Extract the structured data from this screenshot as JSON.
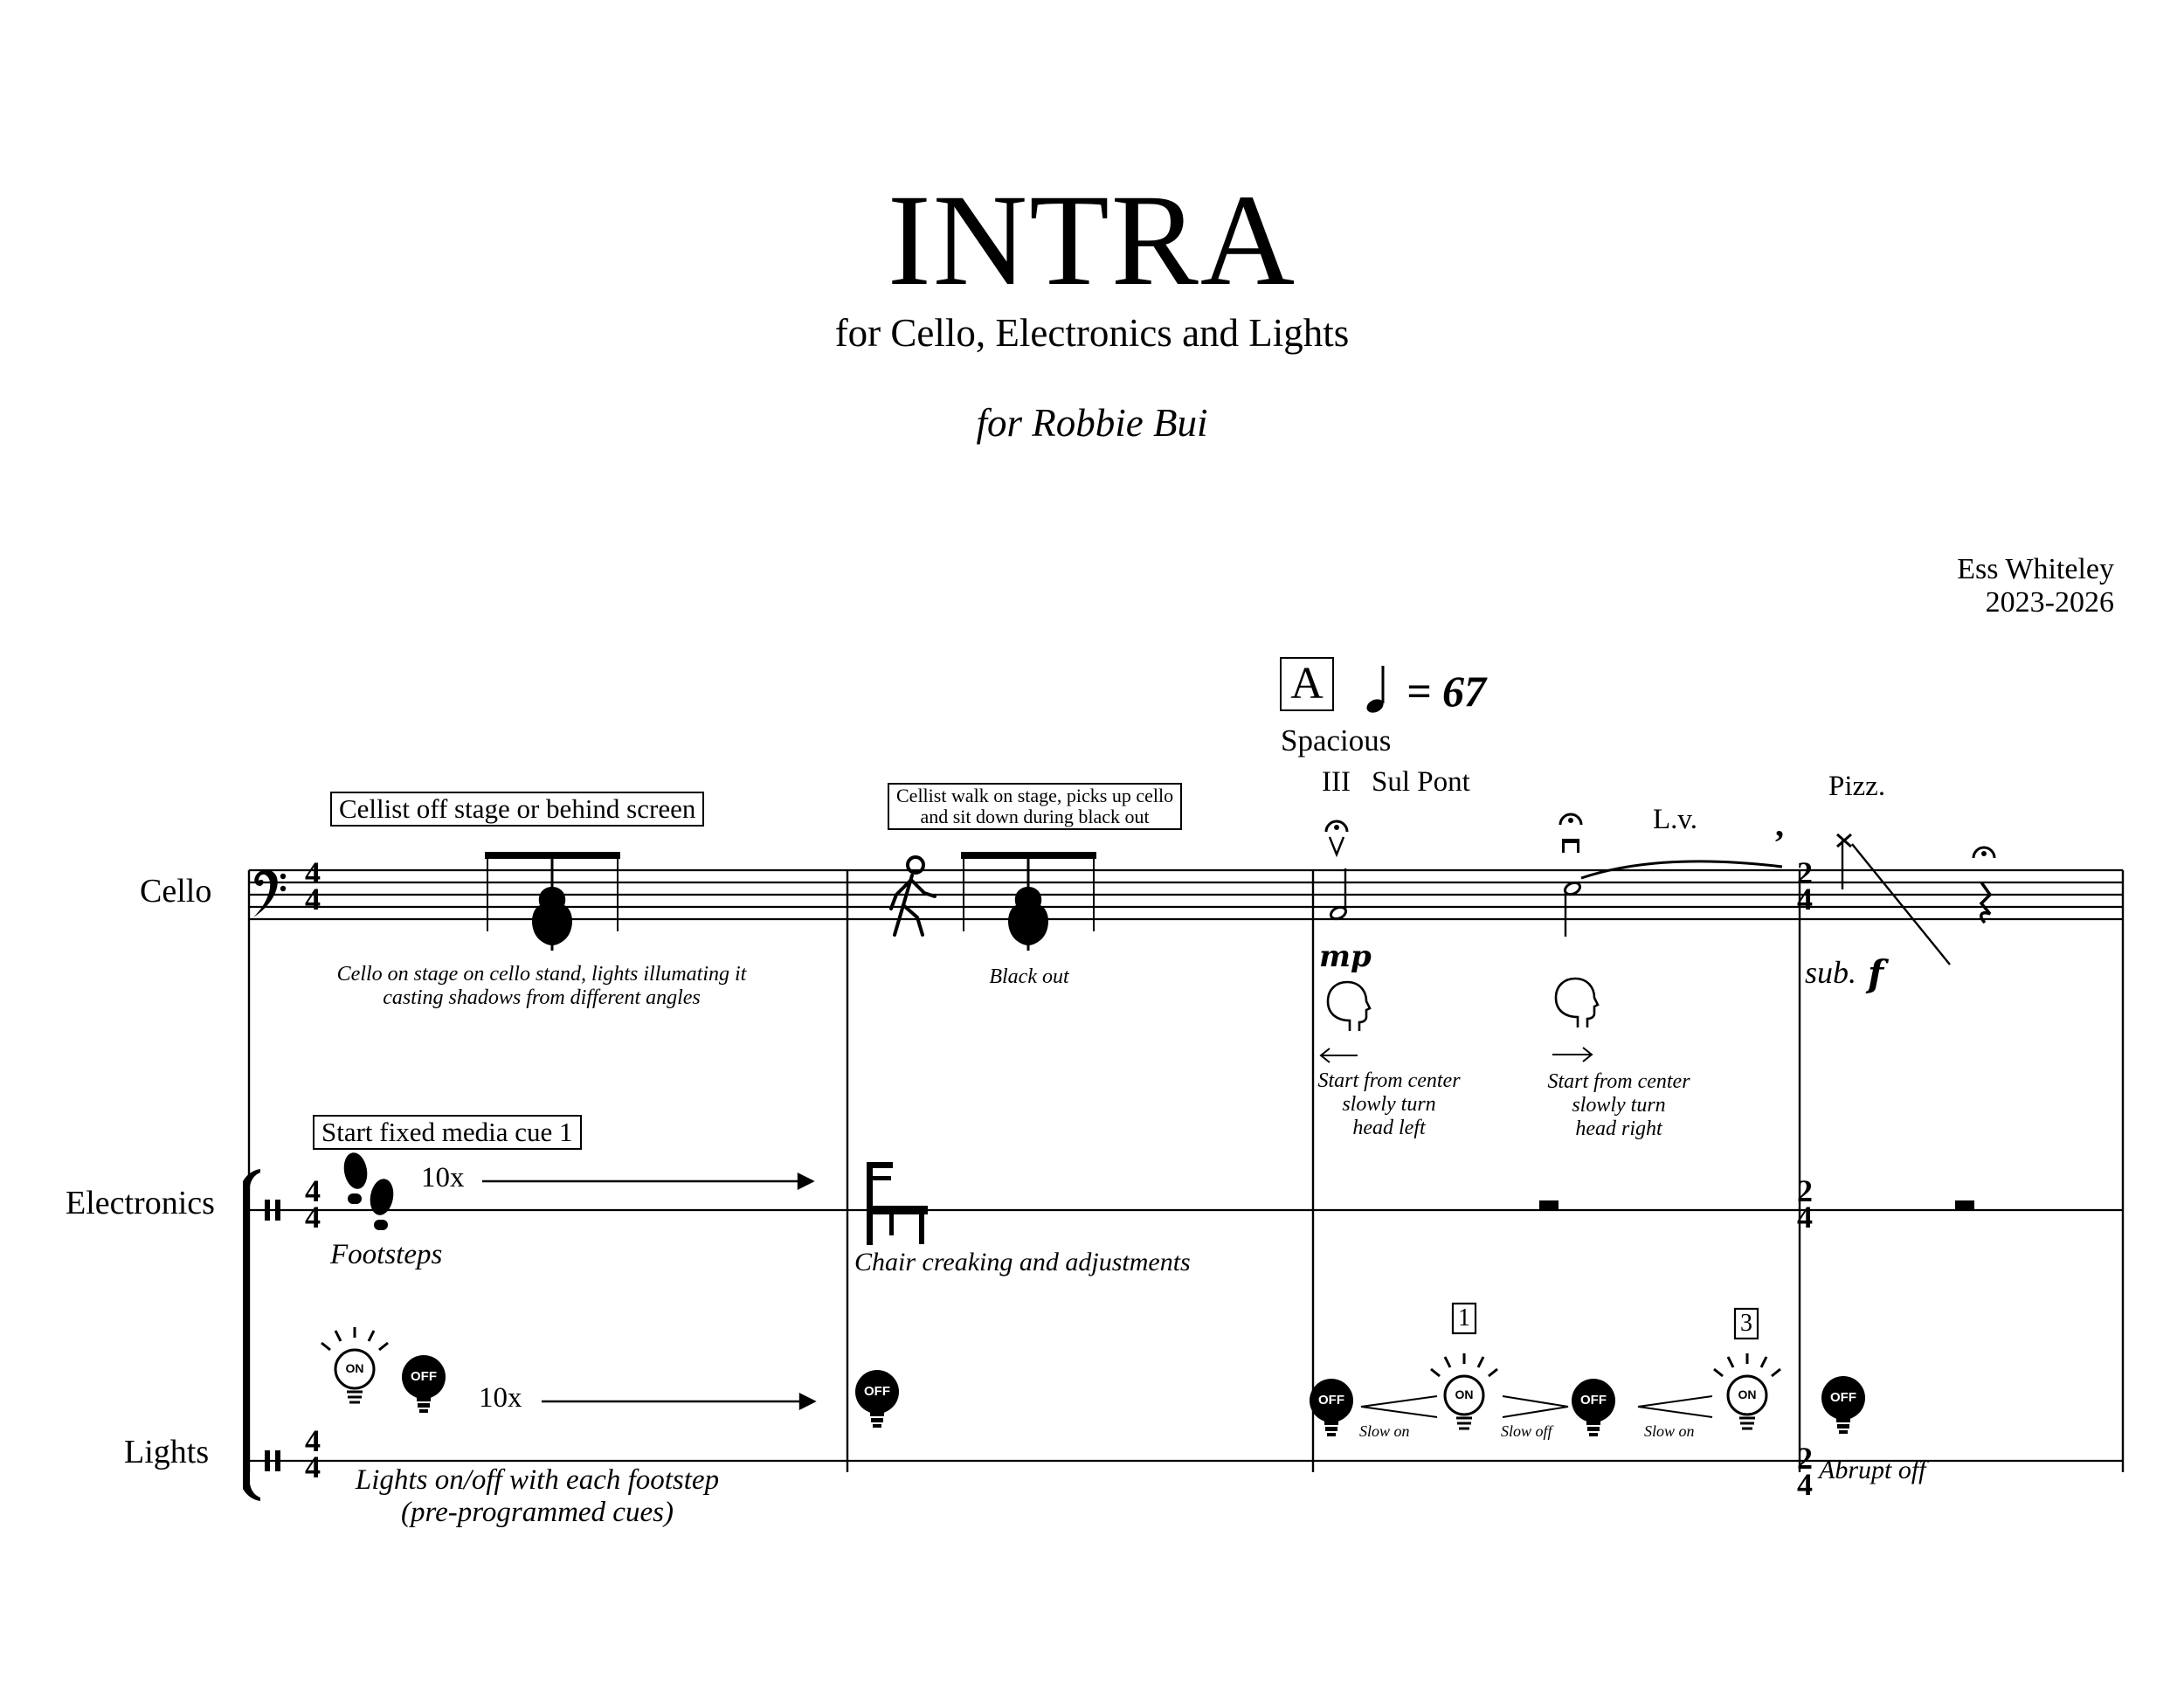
{
  "header": {
    "title": "INTRA",
    "subtitle": "for Cello, Electronics and Lights",
    "dedication": "for Robbie Bui",
    "composer": "Ess Whiteley",
    "years": "2023-2026"
  },
  "rehearsal": {
    "mark": "A",
    "tempo_value": "= 67",
    "character": "Spacious"
  },
  "staves": {
    "cello": "Cello",
    "electronics": "Electronics",
    "lights": "Lights"
  },
  "time_signatures": {
    "first": [
      "4",
      "4"
    ],
    "last": [
      "2",
      "4"
    ]
  },
  "cello_directions": {
    "offstage_box": "Cellist off stage or behind screen",
    "walk_box_line1": "Cellist walk on stage, picks up cello",
    "walk_box_line2": "and sit down during black out",
    "string": "III",
    "sul_pont": "Sul Pont",
    "lv": "L.v.",
    "pizz": "Pizz.",
    "breath": ",",
    "stand_note_line1": "Cello on stage on cello stand, lights illumating it",
    "stand_note_line2": "casting shadows from different angles",
    "black_out": "Black out",
    "dyn_mp": "mp",
    "dyn_sub": "sub.",
    "dyn_f": "f",
    "head_left": [
      "Start from center",
      "slowly turn",
      "head left"
    ],
    "head_right": [
      "Start from center",
      "slowly turn",
      "head right"
    ]
  },
  "electronics": {
    "cue_box": "Start fixed media cue 1",
    "repeat": "10x",
    "footsteps": "Footsteps",
    "chair": "Chair creaking and adjustments"
  },
  "lights": {
    "repeat": "10x",
    "on": "ON",
    "off": "OFF",
    "caption_line1": "Lights on/off with each footstep",
    "caption_line2": "(pre-programmed cues)",
    "slow_on": "Slow on",
    "slow_off": "Slow off",
    "cue1": "1",
    "cue3": "3",
    "abrupt_off": "Abrupt off"
  },
  "icons": [
    "cello-on-stand-icon",
    "walking-person-icon",
    "footsteps-icon",
    "chair-icon",
    "head-profile-icon",
    "light-bulb-on-icon",
    "light-bulb-off-icon",
    "arrow-right-icon",
    "quarter-note-icon",
    "fermata-icon",
    "bass-clef-icon",
    "percussion-clef-icon"
  ]
}
